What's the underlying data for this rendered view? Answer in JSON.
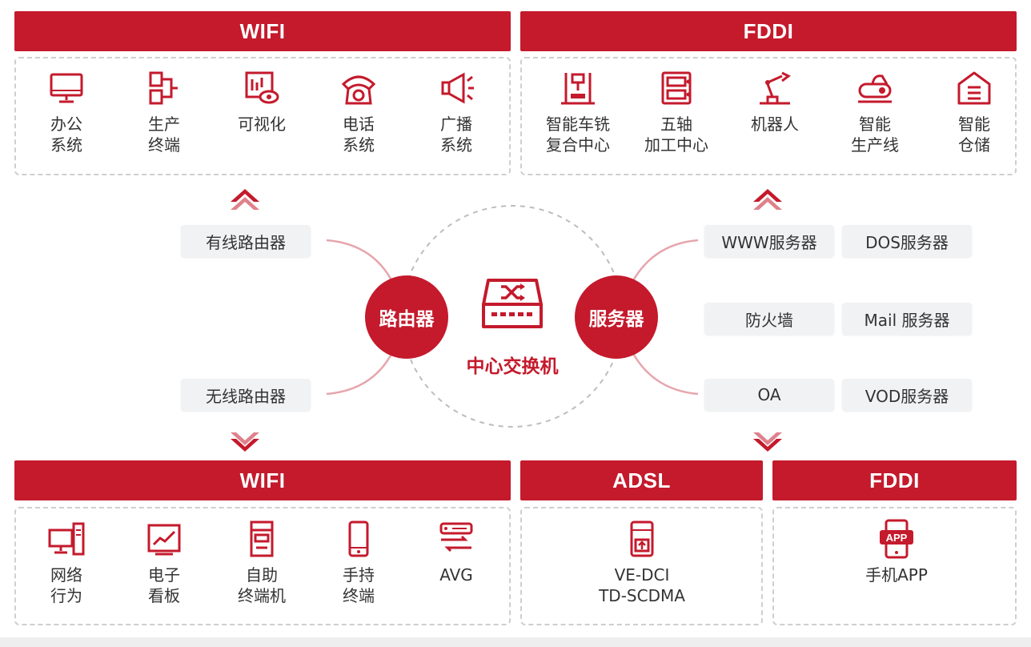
{
  "top_left": {
    "header": "WIFI",
    "items": [
      {
        "icon": "monitor-icon",
        "lines": [
          "办公",
          "系统"
        ]
      },
      {
        "icon": "production-terminal-icon",
        "lines": [
          "生产",
          "终端"
        ]
      },
      {
        "icon": "visualization-icon",
        "lines": [
          "可视化"
        ]
      },
      {
        "icon": "telephone-icon",
        "lines": [
          "电话",
          "系统"
        ]
      },
      {
        "icon": "megaphone-icon",
        "lines": [
          "广播",
          "系统"
        ]
      }
    ]
  },
  "top_right": {
    "header": "FDDI",
    "items": [
      {
        "icon": "milling-machine-icon",
        "lines": [
          "智能车铣",
          "复合中心"
        ]
      },
      {
        "icon": "machining-center-icon",
        "lines": [
          "五轴",
          "加工中心"
        ]
      },
      {
        "icon": "robot-arm-icon",
        "lines": [
          "机器人"
        ]
      },
      {
        "icon": "production-line-icon",
        "lines": [
          "智能",
          "生产线"
        ]
      },
      {
        "icon": "warehouse-icon",
        "lines": [
          "智能",
          "仓储"
        ]
      }
    ]
  },
  "middle": {
    "left_top_pill": "有线路由器",
    "left_bottom_pill": "无线路由器",
    "router_node": "路由器",
    "server_node": "服务器",
    "hub_label": "中心交换机",
    "hub_icon": "switch-icon",
    "server_pills": [
      [
        "WWW服务器",
        "DOS服务器"
      ],
      [
        "防火墙",
        "Mail 服务器"
      ],
      [
        "OA",
        "VOD服务器"
      ]
    ]
  },
  "bottom_left": {
    "header": "WIFI",
    "items": [
      {
        "icon": "network-computer-icon",
        "lines": [
          "网络",
          "行为"
        ]
      },
      {
        "icon": "electronic-board-icon",
        "lines": [
          "电子",
          "看板"
        ]
      },
      {
        "icon": "self-service-kiosk-icon",
        "lines": [
          "自助",
          "终端机"
        ]
      },
      {
        "icon": "handheld-terminal-icon",
        "lines": [
          "手持",
          "终端"
        ]
      },
      {
        "icon": "avg-icon",
        "lines": [
          "AVG"
        ]
      }
    ]
  },
  "bottom_mid": {
    "header": "ADSL",
    "items": [
      {
        "icon": "adsl-device-icon",
        "lines": [
          "VE-DCI",
          "TD-SCDMA"
        ]
      }
    ]
  },
  "bottom_right": {
    "header": "FDDI",
    "items": [
      {
        "icon": "mobile-app-icon",
        "lines": [
          "手机APP"
        ]
      }
    ]
  },
  "colors": {
    "accent": "#c41a2c",
    "pill_bg": "#f1f2f4",
    "border": "#cfcfcf"
  }
}
